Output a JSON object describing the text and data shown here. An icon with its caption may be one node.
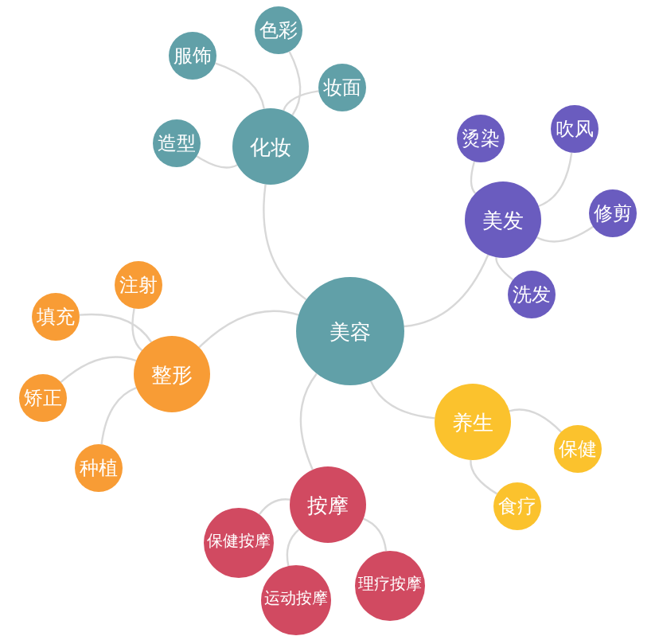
{
  "diagram": {
    "nodes": [
      {
        "text": [
          "美容"
        ]
      },
      {
        "text": [
          "化妆"
        ]
      },
      {
        "text": [
          "服饰"
        ]
      },
      {
        "text": [
          "色彩"
        ]
      },
      {
        "text": [
          "妆面"
        ]
      },
      {
        "text": [
          "造型"
        ]
      },
      {
        "text": [
          "美发"
        ]
      },
      {
        "text": [
          "烫染"
        ]
      },
      {
        "text": [
          "吹风"
        ]
      },
      {
        "text": [
          "修剪"
        ]
      },
      {
        "text": [
          "洗发"
        ]
      },
      {
        "text": [
          "整形"
        ]
      },
      {
        "text": [
          "注射"
        ]
      },
      {
        "text": [
          "填充"
        ]
      },
      {
        "text": [
          "矫正"
        ]
      },
      {
        "text": [
          "种植"
        ]
      },
      {
        "text": [
          "养生"
        ]
      },
      {
        "text": [
          "保健"
        ]
      },
      {
        "text": [
          "食疗"
        ]
      },
      {
        "text": [
          "按摩"
        ]
      },
      {
        "text": [
          "保健按摩"
        ]
      },
      {
        "text": [
          "运动按摩"
        ]
      },
      {
        "text": [
          "理疗按摩"
        ]
      }
    ],
    "edges": [
      {
        "from": 0,
        "to": 1,
        "arrow": "none"
      },
      {
        "from": 1,
        "to": 2,
        "arrow": "none"
      },
      {
        "from": 1,
        "to": 3,
        "arrow": "none"
      },
      {
        "from": 1,
        "to": 4,
        "arrow": "none"
      },
      {
        "from": 1,
        "to": 5,
        "arrow": "none"
      },
      {
        "from": 0,
        "to": 6,
        "arrow": "none"
      },
      {
        "from": 6,
        "to": 7,
        "arrow": "none"
      },
      {
        "from": 6,
        "to": 8,
        "arrow": "none"
      },
      {
        "from": 6,
        "to": 9,
        "arrow": "none"
      },
      {
        "from": 6,
        "to": 10,
        "arrow": "none"
      },
      {
        "from": 0,
        "to": 11,
        "arrow": "none"
      },
      {
        "from": 11,
        "to": 12,
        "arrow": "none"
      },
      {
        "from": 11,
        "to": 13,
        "arrow": "none"
      },
      {
        "from": 11,
        "to": 14,
        "arrow": "none"
      },
      {
        "from": 11,
        "to": 15,
        "arrow": "none"
      },
      {
        "from": 0,
        "to": 16,
        "arrow": "none"
      },
      {
        "from": 16,
        "to": 17,
        "arrow": "none"
      },
      {
        "from": 16,
        "to": 18,
        "arrow": "none"
      },
      {
        "from": 0,
        "to": 19,
        "arrow": "none"
      },
      {
        "from": 19,
        "to": 20,
        "arrow": "none"
      },
      {
        "from": 19,
        "to": 21,
        "arrow": "none"
      },
      {
        "from": 19,
        "to": 22,
        "arrow": "none"
      }
    ]
  }
}
